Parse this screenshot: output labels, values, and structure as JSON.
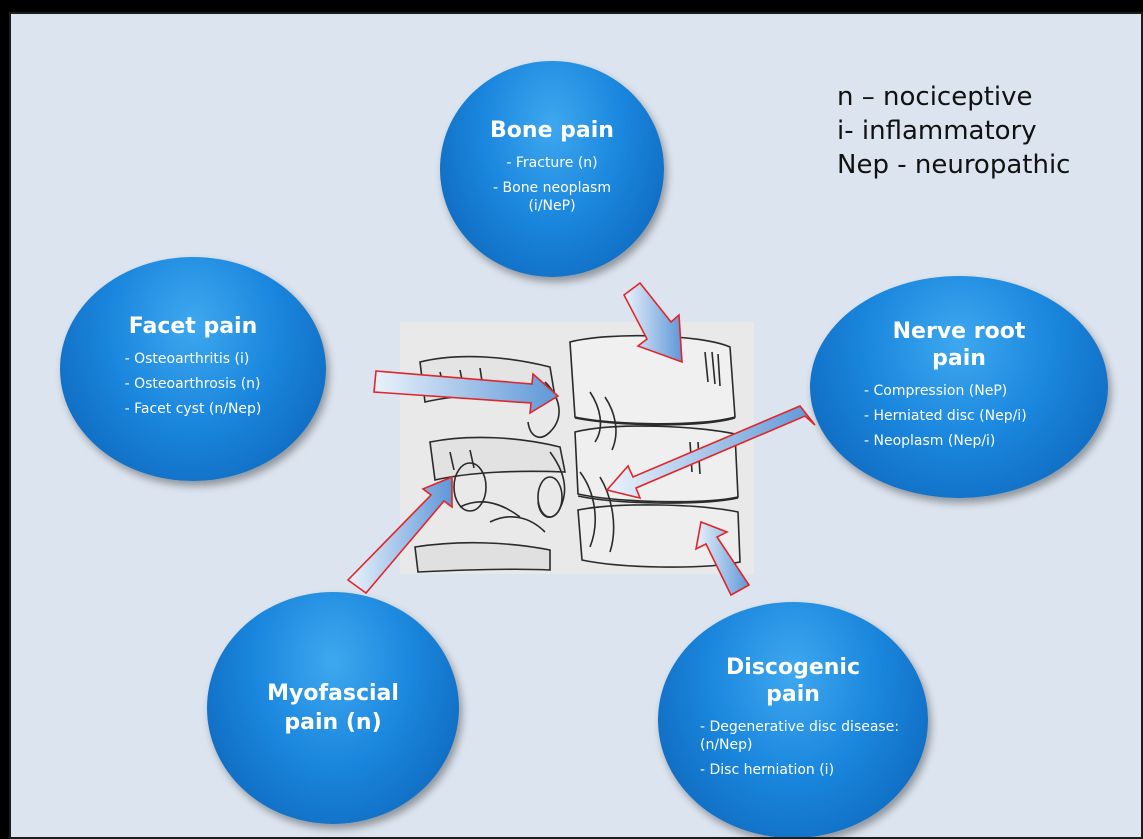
{
  "legend": {
    "line1": "n – nociceptive",
    "line2": "i- inflammatory",
    "line3": "Nep - neuropathic"
  },
  "nodes": {
    "bone": {
      "title": "Bone pain",
      "items": [
        "- Fracture (n)",
        "- Bone neoplasm (i/NeP)"
      ]
    },
    "facet": {
      "title": "Facet pain",
      "items": [
        "- Osteoarthritis (i)",
        "- Osteoarthrosis (n)",
        "- Facet cyst (n/Nep)"
      ]
    },
    "nerve": {
      "title": "Nerve root pain",
      "items": [
        "- Compression (NeP)",
        "- Herniated disc (Nep/i)",
        "- Neoplasm (Nep/i)"
      ]
    },
    "myofascial": {
      "title": "Myofascial pain (n)"
    },
    "discogenic": {
      "title": "Discogenic pain",
      "items": [
        "- Degenerative disc disease: (n/Nep)",
        "- Disc herniation (i)"
      ]
    }
  }
}
